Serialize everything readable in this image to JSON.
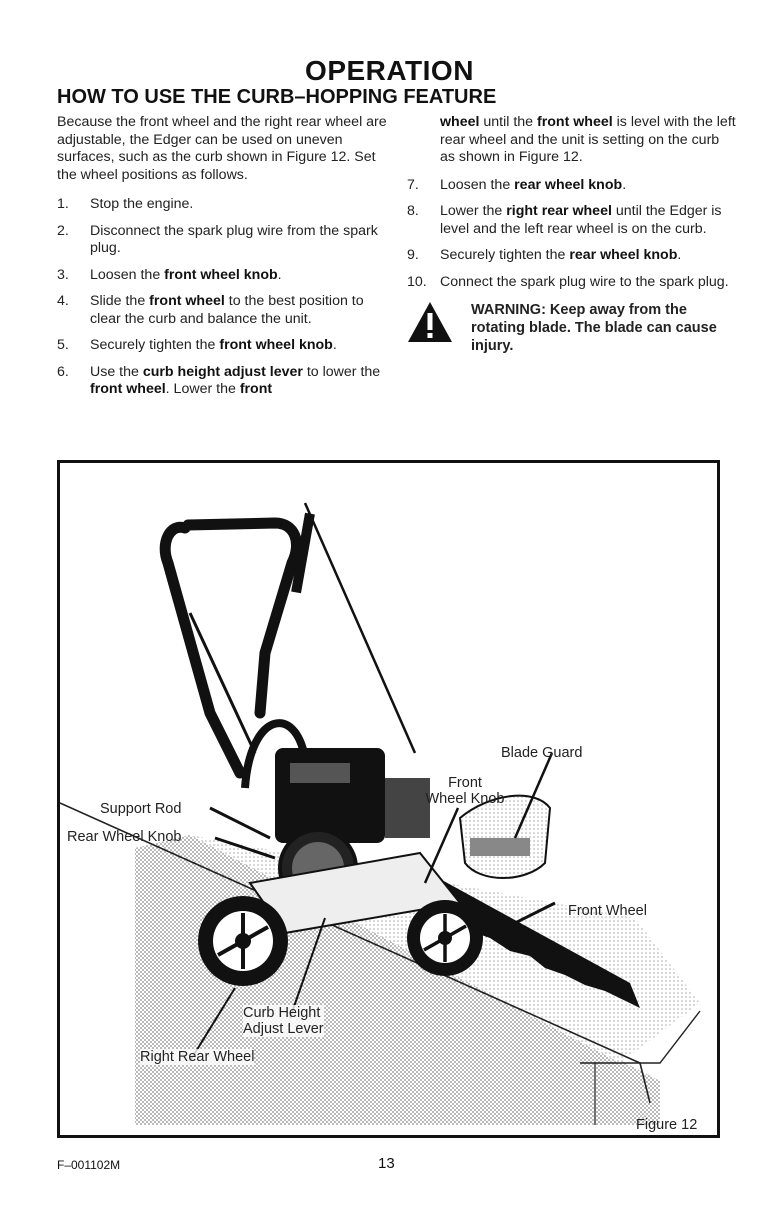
{
  "header": {
    "title": "OPERATION",
    "section": "HOW TO USE THE CURB–HOPPING FEATURE"
  },
  "intro": "Because the front wheel and the right rear wheel are adjustable, the Edger can be used on uneven surfaces, such as the curb shown in Figure 12. Set the wheel positions as follows.",
  "steps": [
    {
      "num": "1.",
      "text": "Stop the engine."
    },
    {
      "num": "2.",
      "text": "Disconnect the spark plug wire from the spark plug."
    },
    {
      "num": "3.",
      "pre": "Loosen the ",
      "bold": "front wheel knob",
      "post": "."
    },
    {
      "num": "4.",
      "pre": "Slide the ",
      "bold": "front wheel",
      "post": " to the best position to clear the curb and balance the unit."
    },
    {
      "num": "5.",
      "pre": "Securely tighten the ",
      "bold": "front wheel knob",
      "post": "."
    },
    {
      "num": "6.",
      "pre": "Use the ",
      "bold": "curb height adjust lever",
      "mid": " to lower the ",
      "bold2": "front wheel",
      "mid2": ". Lower the ",
      "bold3": "front"
    },
    {
      "cont_bold": "wheel",
      "cont1": " until the ",
      "cont_bold2": "front wheel",
      "cont2": " is level with the left rear wheel and the unit is setting on the curb as shown in Figure 12."
    },
    {
      "num": "7.",
      "pre": "Loosen the ",
      "bold": "rear wheel knob",
      "post": "."
    },
    {
      "num": "8.",
      "pre": "Lower the ",
      "bold": "right rear wheel",
      "post": " until the Edger is level and the left rear wheel is on the curb."
    },
    {
      "num": "9.",
      "pre": "Securely tighten the ",
      "bold": "rear wheel knob",
      "post": "."
    },
    {
      "num": "10.",
      "text": "Connect the spark plug wire to the spark plug."
    }
  ],
  "warning": "WARNING: Keep away from the rotating blade. The blade can cause injury.",
  "figure": {
    "caption": "Figure 12",
    "labels": {
      "blade_guard": "Blade Guard",
      "front_wheel_knob_1": "Front",
      "front_wheel_knob_2": "Wheel Knob",
      "support_rod": "Support Rod",
      "rear_wheel_knob": "Rear Wheel Knob",
      "front_wheel": "Front Wheel",
      "curb_height_1": "Curb Height",
      "curb_height_2": "Adjust Lever",
      "right_rear_wheel": "Right Rear Wheel"
    }
  },
  "footer": {
    "code": "F–001102M",
    "page": "13"
  }
}
